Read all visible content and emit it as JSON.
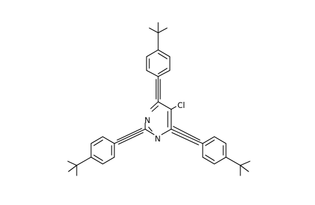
{
  "molecule": {
    "atom_labels": {
      "chlorine": "Cl",
      "nitrogen_top": "N",
      "nitrogen_bottom": "N"
    }
  }
}
